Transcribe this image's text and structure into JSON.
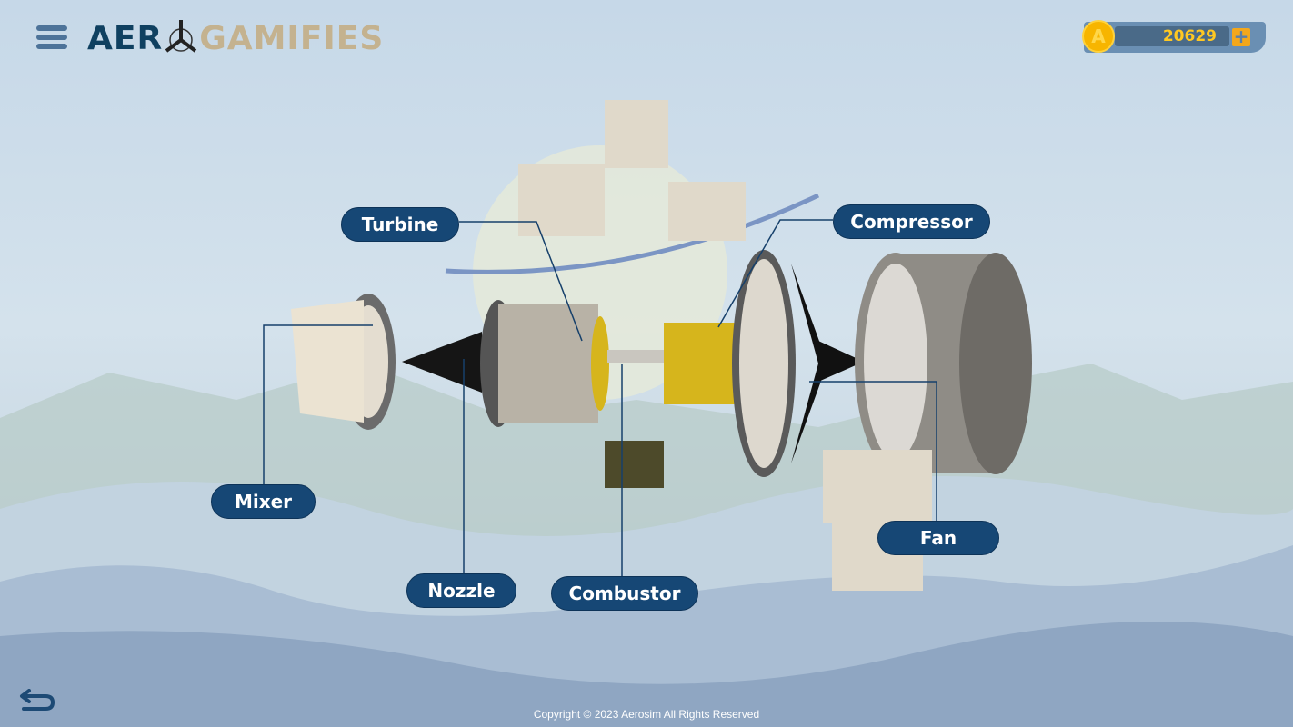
{
  "header": {
    "logo_left": "AER",
    "logo_right": "GAMIFIES",
    "coin_symbol": "A",
    "coins": "20629",
    "add_symbol": "+"
  },
  "labels": {
    "turbine": "Turbine",
    "compressor": "Compressor",
    "mixer": "Mixer",
    "nozzle": "Nozzle",
    "combustor": "Combustor",
    "fan": "Fan"
  },
  "footer": {
    "copyright": "Copyright © 2023 Aerosim All Rights Reserved"
  },
  "colors": {
    "pill": "#164775",
    "coin": "#f7b500",
    "logo_dark": "#0f4060",
    "logo_light": "#c4b28f"
  }
}
